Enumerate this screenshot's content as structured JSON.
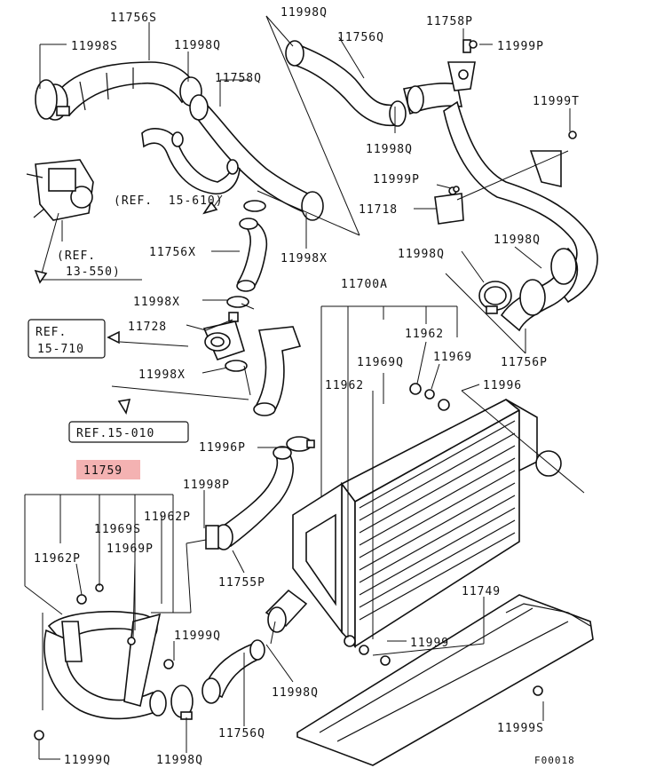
{
  "labels": {
    "p11756s": "11756S",
    "p11998s": "11998S",
    "p11998q_a": "11998Q",
    "p11998q_b": "11998Q",
    "p11756q": "11756Q",
    "p11758p": "11758P",
    "p11999p_a": "11999P",
    "p11758q": "11758Q",
    "p11999t": "11999T",
    "p11998q_c": "11998Q",
    "p11999p_b": "11999P",
    "p11718": "11718",
    "p11998q_d": "11998Q",
    "p11998q_e": "11998Q",
    "p11756x": "11756X",
    "p11998x_a": "11998X",
    "p11998x_b": "11998X",
    "p11728": "11728",
    "p11998x_c": "11998X",
    "p11700a": "11700A",
    "p11962_a": "11962",
    "p11969q": "11969Q",
    "p11969": "11969",
    "p11962_b": "11962",
    "p11996": "11996",
    "p11756p": "11756P",
    "p11996p": "11996P",
    "p11759": "11759",
    "p11998p": "11998P",
    "p11969s": "11969S",
    "p11962p_a": "11962P",
    "p11962p_b": "11962P",
    "p11969p": "11969P",
    "p11755p": "11755P",
    "p11749": "11749",
    "p11999q_a": "11999Q",
    "p11999": "11999",
    "p11998q_f": "11998Q",
    "p11756q_b": "11756Q",
    "p11999s": "11999S",
    "p11999q_b": "11999Q",
    "p11998q_g": "11998Q",
    "figure_code": "F00018"
  },
  "refs": {
    "r15610": "(REF.  15-610)",
    "r13550_a": "(REF.",
    "r13550_b": "13-550)",
    "r15710_a": "REF.",
    "r15710_b": "15-710",
    "r15010": "REF.15-010"
  },
  "highlight_color": "#f4b2b2"
}
